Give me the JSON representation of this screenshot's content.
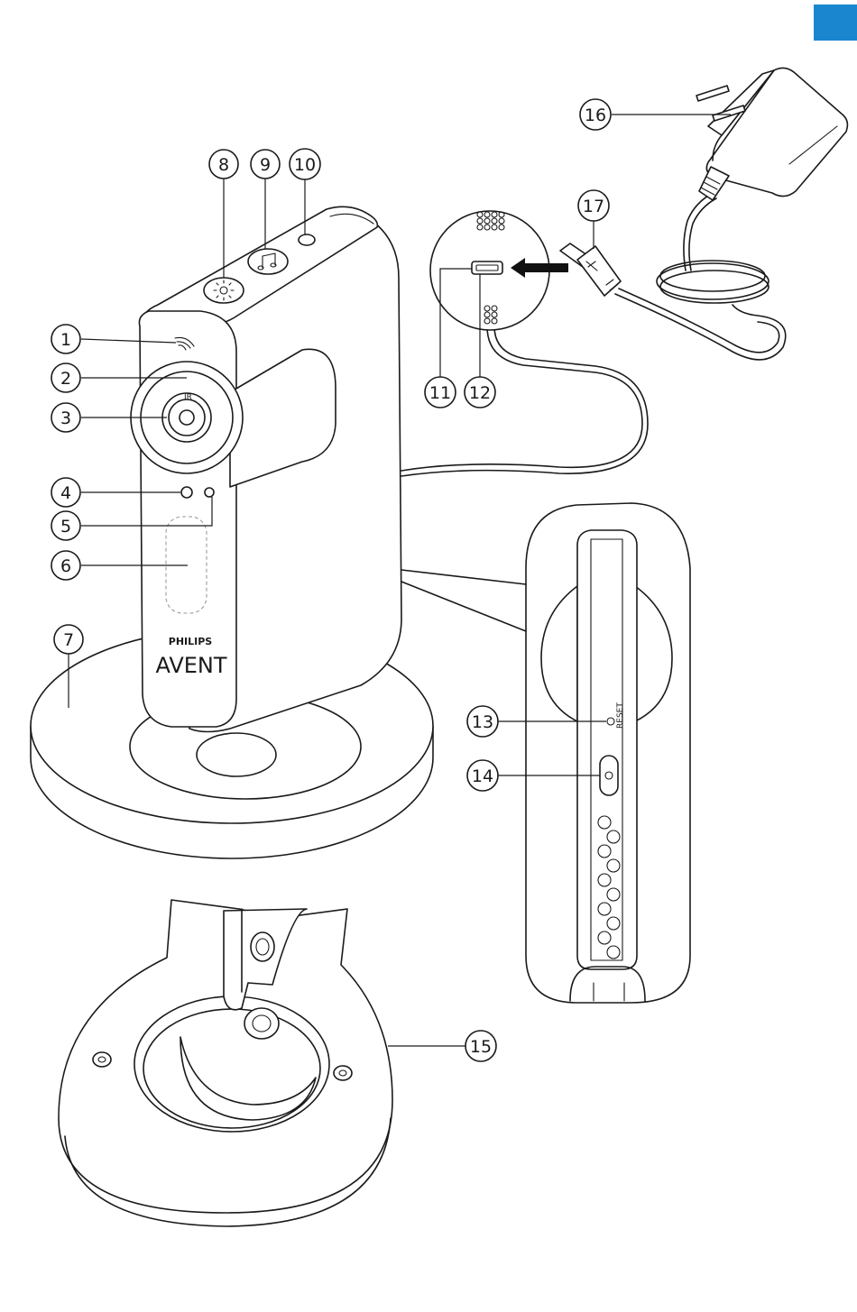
{
  "page": {
    "corner_tab_color": "#1a86d0"
  },
  "product": {
    "brand_top": "PHILIPS",
    "brand_main": "AVENT",
    "reset_label": "RESET"
  },
  "callouts": [
    {
      "id": "c1",
      "label": "1"
    },
    {
      "id": "c2",
      "label": "2"
    },
    {
      "id": "c3",
      "label": "3"
    },
    {
      "id": "c4",
      "label": "4"
    },
    {
      "id": "c5",
      "label": "5"
    },
    {
      "id": "c6",
      "label": "6"
    },
    {
      "id": "c7",
      "label": "7"
    },
    {
      "id": "c8",
      "label": "8"
    },
    {
      "id": "c9",
      "label": "9"
    },
    {
      "id": "c10",
      "label": "10"
    },
    {
      "id": "c11",
      "label": "11"
    },
    {
      "id": "c12",
      "label": "12"
    },
    {
      "id": "c13",
      "label": "13"
    },
    {
      "id": "c14",
      "label": "14"
    },
    {
      "id": "c15",
      "label": "15"
    },
    {
      "id": "c16",
      "label": "16"
    },
    {
      "id": "c17",
      "label": "17"
    }
  ]
}
